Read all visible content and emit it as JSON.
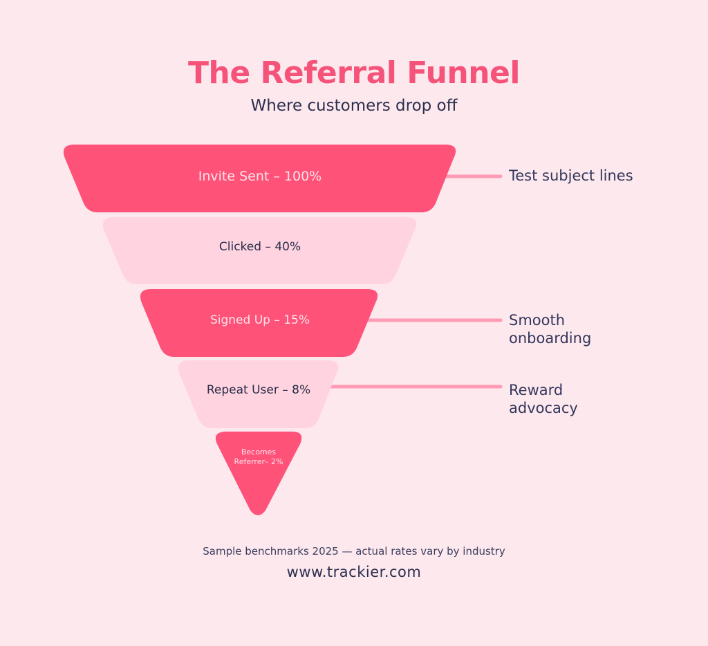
{
  "title": "The Referral Funnel",
  "subtitle": "Where customers drop off",
  "stages": [
    {
      "label": "Invite Sent – 100%",
      "percent": 100,
      "fill": "#ff5279",
      "text_color": "#ffe3ea"
    },
    {
      "label": "Clicked – 40%",
      "percent": 40,
      "fill": "#ffd3df",
      "text_color": "#2a2d4a"
    },
    {
      "label": "Signed Up – 15%",
      "percent": 15,
      "fill": "#ff5279",
      "text_color": "#ffe3ea"
    },
    {
      "label": "Repeat User – 8%",
      "percent": 8,
      "fill": "#ffd3df",
      "text_color": "#2a2d4a"
    },
    {
      "label_line1": "Becomes",
      "label_line2": "Referrer– 2%",
      "percent": 2,
      "fill": "#ff5279",
      "text_color": "#ffe3ea"
    }
  ],
  "notes": [
    {
      "text": "Test subject lines"
    },
    {
      "line1": "Smooth",
      "line2": "onboarding"
    },
    {
      "line1": "Reward",
      "line2": "advocacy"
    }
  ],
  "connector_color": "#ff9bb4",
  "footnote": "Sample benchmarks 2025 — actual rates vary by industry",
  "website": "www.trackier.com"
}
